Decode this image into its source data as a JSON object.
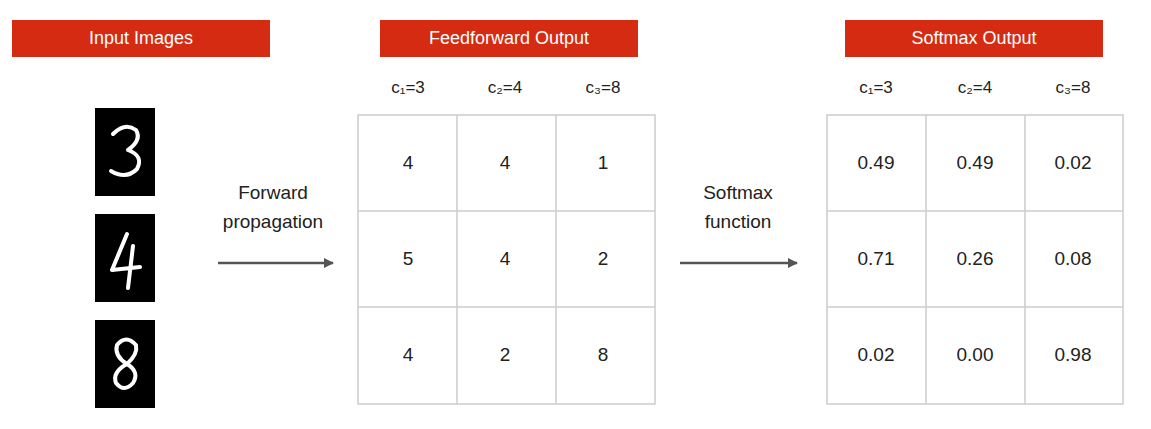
{
  "diagram": {
    "nodes": [
      {
        "text": [
          "Input Images"
        ]
      },
      {
        "text": [
          "Feedforward Output"
        ]
      },
      {
        "text": [
          "Softmax Output"
        ]
      }
    ],
    "labels": [
      "Forward propagation",
      "c₁=3",
      "c₂=4",
      "c₃=8",
      "4",
      "4",
      "1",
      "5",
      "4",
      "2",
      "4",
      "2",
      "8",
      "Softmax function",
      "c₁=3",
      "c₂=4",
      "c₃=8",
      "0.49",
      "0.49",
      "0.02",
      "0.71",
      "0.26",
      "0.08",
      "0.02",
      "0.00",
      "0.98"
    ]
  }
}
